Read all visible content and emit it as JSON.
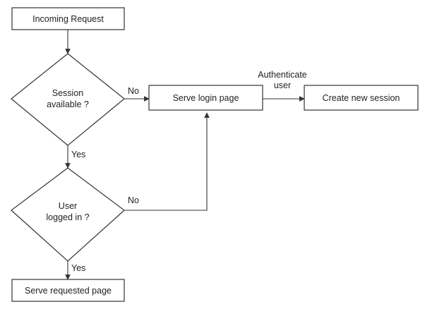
{
  "diagram": {
    "nodes": {
      "incoming_request": "Incoming Request",
      "session_available": [
        "Session",
        "available ?"
      ],
      "user_logged_in": [
        "User",
        "logged in ?"
      ],
      "serve_requested_page": "Serve requested page",
      "serve_login_page": "Serve login page",
      "create_new_session": "Create new session"
    },
    "edges": {
      "session_no": "No",
      "session_yes": "Yes",
      "logged_in_no": "No",
      "logged_in_yes": "Yes",
      "authenticate_user": [
        "Authenticate",
        "user"
      ]
    },
    "colors": {
      "stroke": "#333333",
      "text": "#222222",
      "background": "#ffffff"
    }
  }
}
